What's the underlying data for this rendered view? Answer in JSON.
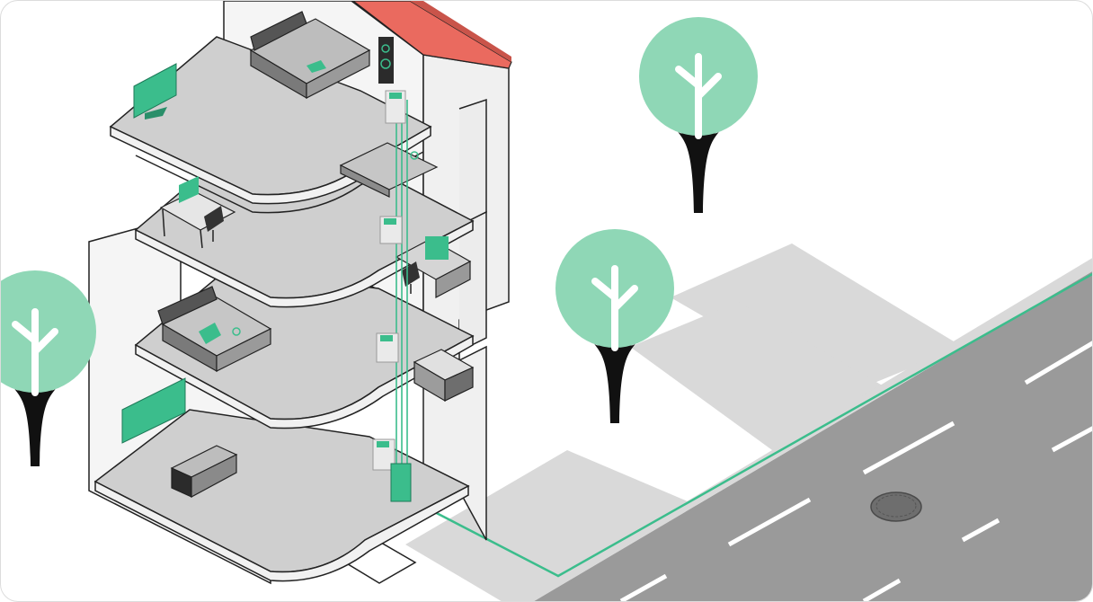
{
  "palette": {
    "accent": "#3bbd8c",
    "accent_light": "#8fd7b6",
    "accent_dark": "#2fa279",
    "roof": "#ea6a5f",
    "roof_dark": "#c9544a",
    "floor": "#cfcfcf",
    "floor_edge": "#f1f1f1",
    "outline": "#222222",
    "road": "#9a9a9a",
    "pavement": "#d9d9d9",
    "device": "#eaeaea"
  },
  "icons": [
    "tree",
    "router-device",
    "bed",
    "television",
    "desk-computer",
    "office-chair",
    "sofa",
    "kitchen-cabinet",
    "speaker",
    "manhole-cover",
    "fiber-cable",
    "network-distribution-box"
  ],
  "floors": [
    {
      "level": 4,
      "room": "bedroom",
      "has_router": true
    },
    {
      "level": 3,
      "room": "bedroom-office",
      "has_router": true
    },
    {
      "level": 2,
      "room": "bedroom-kitchen",
      "has_router": true
    },
    {
      "level": 1,
      "room": "living-room",
      "has_router": true
    }
  ]
}
